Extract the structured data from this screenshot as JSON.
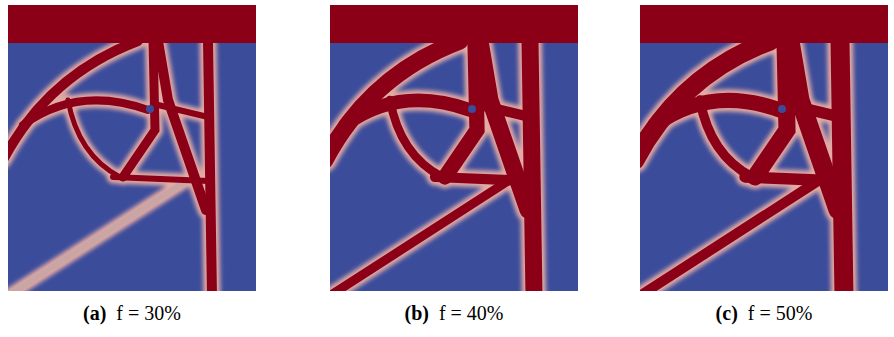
{
  "diagram": {
    "labels": [
      "(a)",
      "f = 30%",
      "(b)",
      "f = 40%",
      "(c)",
      "f = 50%"
    ]
  }
}
